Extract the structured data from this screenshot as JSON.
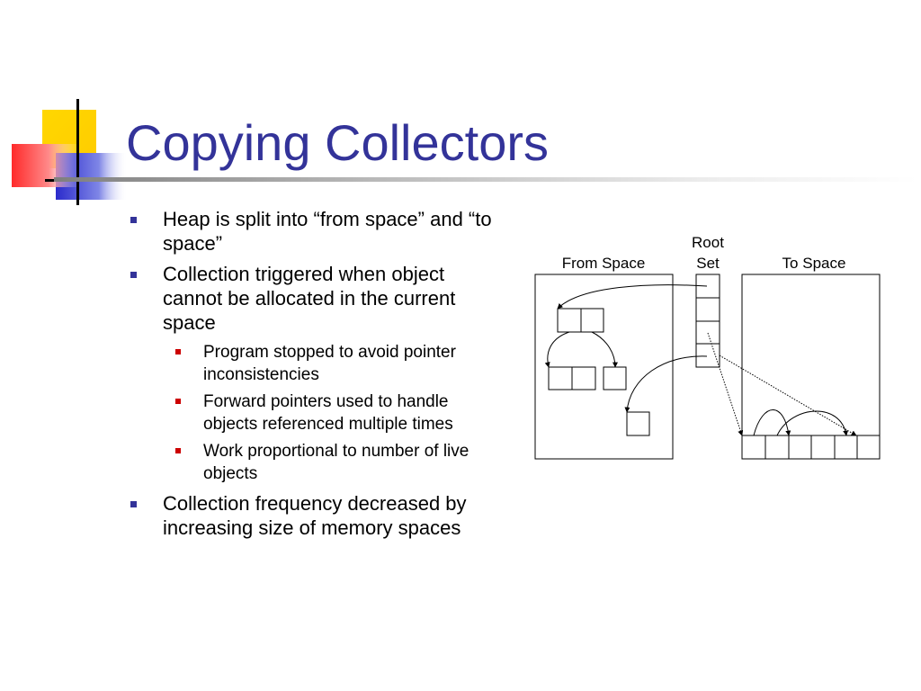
{
  "slide": {
    "title": "Copying Collectors",
    "bullets": [
      {
        "text": "Heap is split into “from space” and “to space”"
      },
      {
        "text": "Collection triggered when object cannot be allocated in the current space",
        "sub": [
          "Program stopped to avoid pointer inconsistencies",
          "Forward pointers used to handle objects referenced multiple times",
          "Work proportional to number of live objects"
        ]
      },
      {
        "text": "Collection frequency decreased by increasing size of memory spaces"
      }
    ]
  },
  "diagram": {
    "from_space_label": "From Space",
    "root_set_label_line1": "Root",
    "root_set_label_line2": "Set",
    "to_space_label": "To Space"
  },
  "colors": {
    "title": "#333399",
    "bullet_level1": "#333399",
    "bullet_level2": "#cc0000",
    "logo_yellow": "#ffcc00",
    "logo_red": "#ff3333",
    "logo_blue": "#3333cc"
  }
}
